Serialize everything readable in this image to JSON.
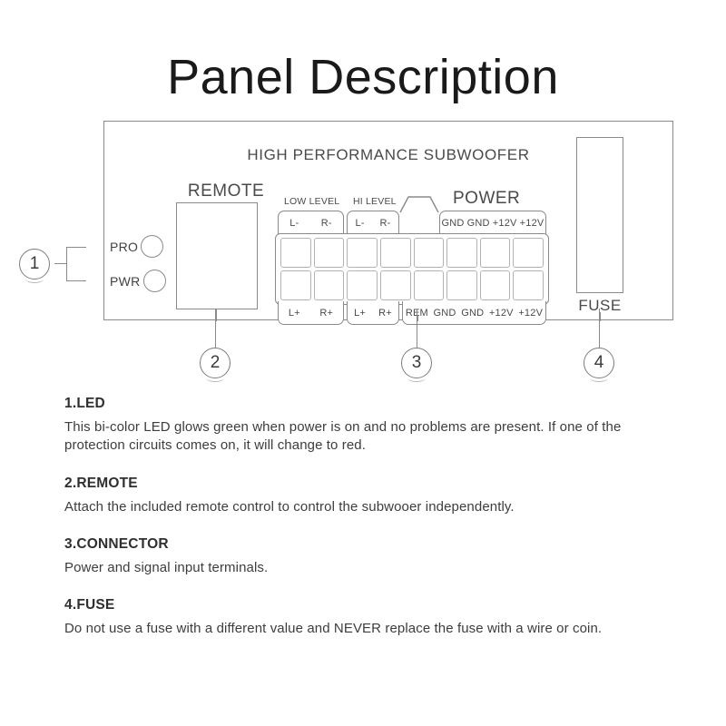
{
  "title": "Panel Description",
  "panel": {
    "heading": "HIGH PERFORMANCE SUBWOOFER",
    "leds": {
      "pro_label": "PRO",
      "pwr_label": "PWR"
    },
    "remote": {
      "label": "REMOTE"
    },
    "connector": {
      "group_titles": {
        "low_level": "LOW LEVEL",
        "hi_level": "HI LEVEL",
        "power": "POWER"
      },
      "top_labels": {
        "low_level": [
          "L-",
          "R-"
        ],
        "hi_level": [
          "L-",
          "R-"
        ],
        "power": [
          "GND",
          "GND",
          "+12V",
          "+12V"
        ]
      },
      "bottom_labels": {
        "low_level": [
          "L+",
          "R+"
        ],
        "hi_level": [
          "L+",
          "R+"
        ],
        "power": [
          "REM",
          "GND",
          "GND",
          "+12V",
          "+12V"
        ]
      },
      "pin_rows": 2,
      "pin_cols": 8
    },
    "fuse": {
      "label": "FUSE"
    }
  },
  "callouts": [
    {
      "number": "1"
    },
    {
      "number": "2"
    },
    {
      "number": "3"
    },
    {
      "number": "4"
    }
  ],
  "descriptions": [
    {
      "title": "1.LED",
      "body": "This bi-color LED glows green when power is on and no problems are present. If one of the protection circuits comes on, it will change to red."
    },
    {
      "title": "2.REMOTE",
      "body": "Attach the included remote control to control the subwooer independently."
    },
    {
      "title": "3.CONNECTOR",
      "body": "Power and signal input terminals."
    },
    {
      "title": "4.FUSE",
      "body": "Do not use a fuse with a different value and NEVER replace the fuse with a wire or coin."
    }
  ],
  "colors": {
    "line": "#8a8a8a",
    "text": "#3d3d3d",
    "title": "#1a1a1a",
    "pin_border": "#b3b3b3"
  }
}
